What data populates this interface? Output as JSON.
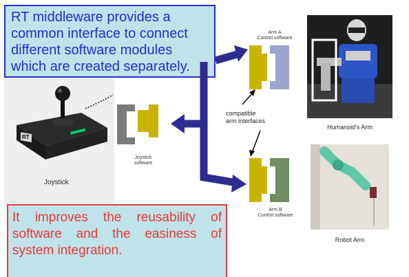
{
  "callouts": {
    "top": "RT middleware provides a common interface to connect different software modules which are created separately.",
    "bottom": "It improves the reusability of software and the easiness of system integration."
  },
  "labels": {
    "joystick": "Joystick",
    "joystick_software": [
      "Joystick",
      "software"
    ],
    "arm_a": [
      "Arm A",
      "Control software"
    ],
    "arm_b": [
      "Arm B",
      "Control software"
    ],
    "compatible": [
      "compatible",
      "arm interfaces"
    ],
    "humanoid_arm": "Humanoid's Arm",
    "robot_arm": "Robot Arm",
    "device_logo": "RT"
  },
  "colors": {
    "arrow": "#2e2c8f",
    "connector_yellow": "#c8b400",
    "arm_a_block": "#9aa6cf",
    "arm_b_block": "#6f8f62",
    "joystick_block": "#7a7a7a",
    "callout_top_border": "#1f2fd6",
    "callout_bottom_border": "#e9393a",
    "callout_fill": "#bfe3e8"
  }
}
